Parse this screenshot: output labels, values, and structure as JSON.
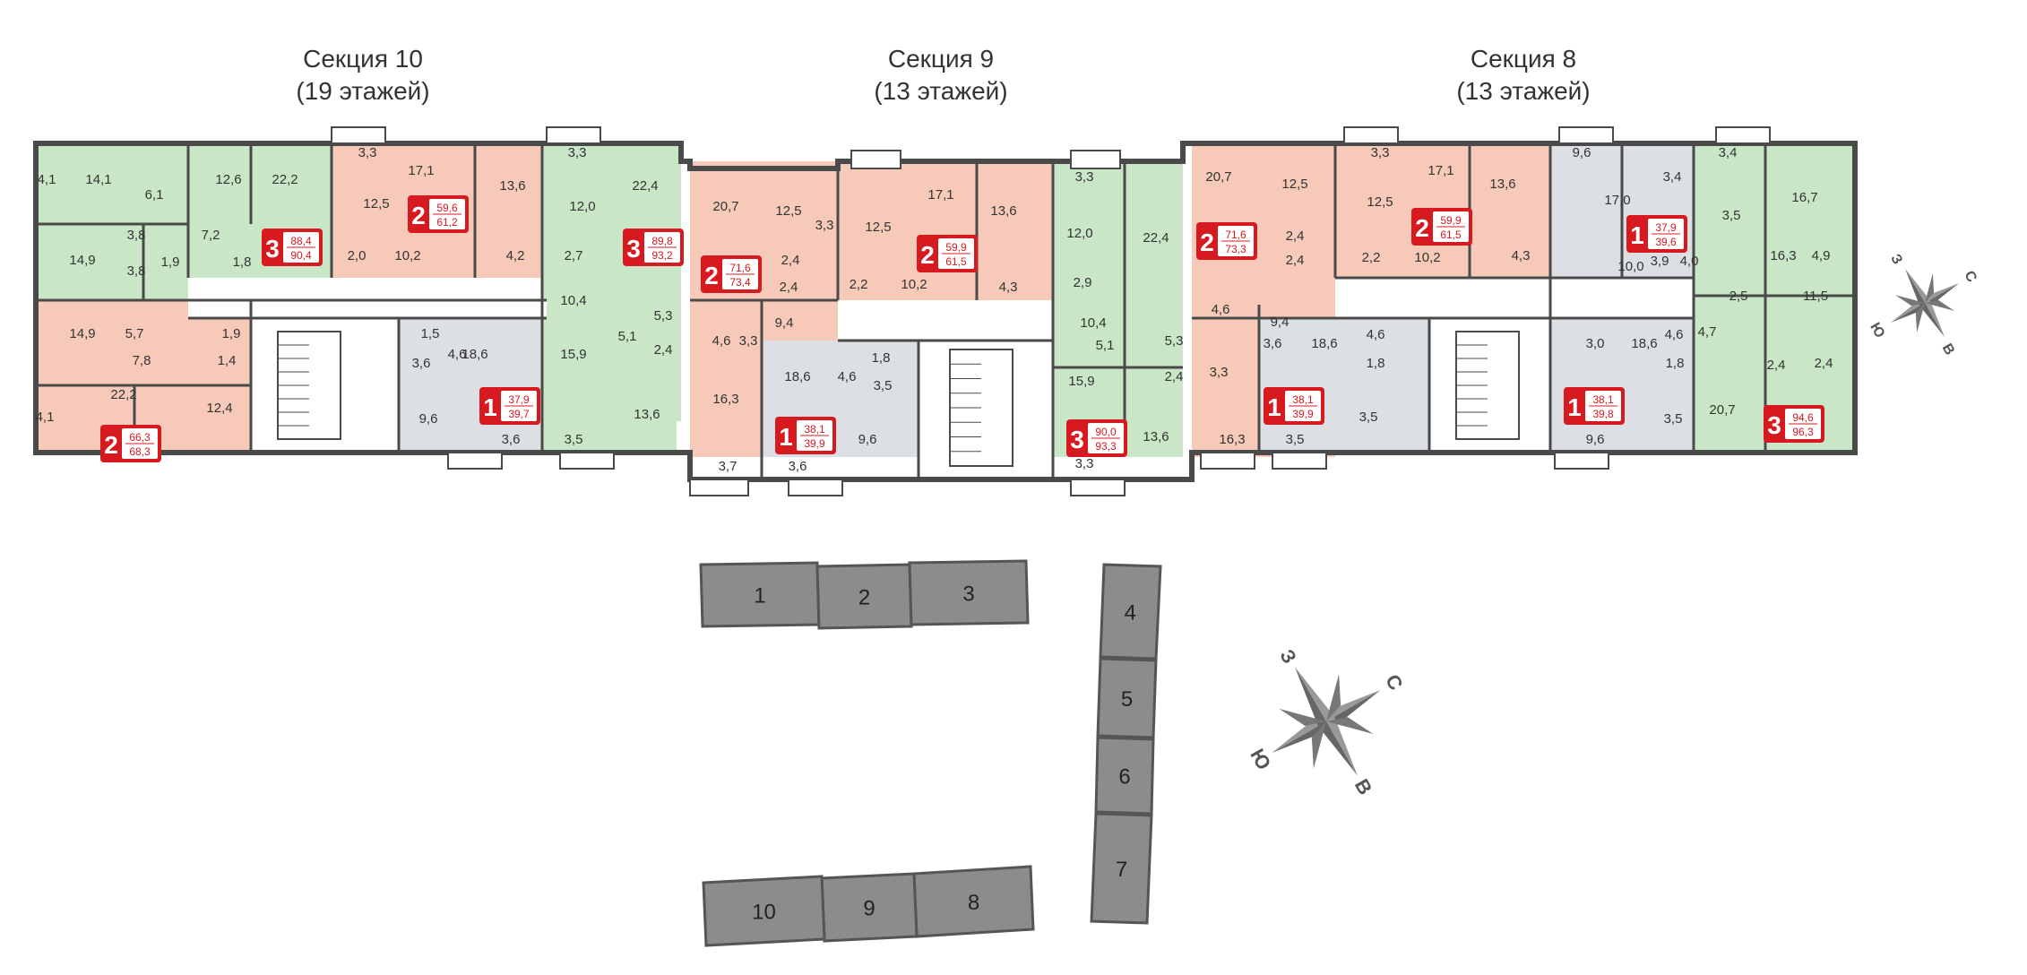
{
  "sections": [
    {
      "name": "Секция 10",
      "floors": "(19 этажей)"
    },
    {
      "name": "Секция 9",
      "floors": "(13 этажей)"
    },
    {
      "name": "Секция 8",
      "floors": "(13 этажей)"
    }
  ],
  "colors": {
    "one_room": "#dcdfe3",
    "two_room": "#f6c9b8",
    "three_room": "#c9e6c7",
    "wall": "#4a4a4a",
    "badge": "#d71920",
    "block": "#8c8c8c"
  },
  "apartments": [
    {
      "rooms": "3",
      "area_living": "88,4",
      "area_total": "90,4",
      "type": "three_room"
    },
    {
      "rooms": "2",
      "area_living": "59,6",
      "area_total": "61,2",
      "type": "two_room"
    },
    {
      "rooms": "3",
      "area_living": "89,8",
      "area_total": "93,2",
      "type": "three_room"
    },
    {
      "rooms": "1",
      "area_living": "37,9",
      "area_total": "39,7",
      "type": "one_room"
    },
    {
      "rooms": "2",
      "area_living": "66,3",
      "area_total": "68,3",
      "type": "two_room"
    },
    {
      "rooms": "2",
      "area_living": "71,6",
      "area_total": "73,4",
      "type": "two_room"
    },
    {
      "rooms": "2",
      "area_living": "59,9",
      "area_total": "61,5",
      "type": "two_room"
    },
    {
      "rooms": "1",
      "area_living": "38,1",
      "area_total": "39,9",
      "type": "one_room"
    },
    {
      "rooms": "3",
      "area_living": "90,0",
      "area_total": "93,3",
      "type": "three_room"
    },
    {
      "rooms": "2",
      "area_living": "71,6",
      "area_total": "73,3",
      "type": "two_room"
    },
    {
      "rooms": "2",
      "area_living": "59,9",
      "area_total": "61,5",
      "type": "two_room"
    },
    {
      "rooms": "1",
      "area_living": "37,9",
      "area_total": "39,6",
      "type": "one_room"
    },
    {
      "rooms": "1",
      "area_living": "38,1",
      "area_total": "39,9",
      "type": "one_room"
    },
    {
      "rooms": "1",
      "area_living": "38,1",
      "area_total": "39,8",
      "type": "one_room"
    },
    {
      "rooms": "3",
      "area_living": "94,6",
      "area_total": "96,3",
      "type": "three_room"
    }
  ],
  "room_areas": [
    "4,1",
    "14,1",
    "6,1",
    "12,6",
    "22,2",
    "3,3",
    "17,1",
    "12,5",
    "13,6",
    "3,3",
    "12,0",
    "22,4",
    "3,8",
    "7,2",
    "14,9",
    "3,8",
    "1,9",
    "1,8",
    "2,0",
    "10,2",
    "4,2",
    "2,7",
    "10,4",
    "14,9",
    "5,7",
    "1,9",
    "7,8",
    "1,4",
    "22,2",
    "12,4",
    "4,1",
    "1,5",
    "3,6",
    "4,6",
    "18,6",
    "9,6",
    "3,6",
    "15,9",
    "5,1",
    "5,3",
    "2,4",
    "13,6",
    "3,5",
    "20,7",
    "12,5",
    "3,3",
    "12,5",
    "17,1",
    "13,6",
    "2,4",
    "2,4",
    "2,2",
    "10,2",
    "4,3",
    "9,4",
    "4,6",
    "3,3",
    "16,3",
    "18,6",
    "4,6",
    "1,8",
    "3,5",
    "9,6",
    "3,7",
    "3,6",
    "3,3",
    "12,0",
    "22,4",
    "2,9",
    "10,4",
    "5,1",
    "5,3",
    "2,4",
    "15,9",
    "13,6",
    "3,3",
    "20,7",
    "12,5",
    "3,3",
    "12,5",
    "17,1",
    "13,6",
    "2,4",
    "2,4",
    "2,2",
    "10,2",
    "4,3",
    "9,4",
    "4,6",
    "3,3",
    "16,3",
    "3,5",
    "3,6",
    "18,6",
    "4,6",
    "1,8",
    "3,5",
    "9,6",
    "3,4",
    "17,0",
    "10,0",
    "3,9",
    "4,0",
    "3,0",
    "18,6",
    "4,6",
    "1,8",
    "3,5",
    "9,6",
    "3,4",
    "3,5",
    "16,7",
    "16,3",
    "4,9",
    "2,5",
    "11,5",
    "4,7",
    "2,4",
    "2,4",
    "20,7",
    "12,5"
  ],
  "site_blocks": [
    "1",
    "2",
    "3",
    "4",
    "5",
    "6",
    "7",
    "8",
    "9",
    "10"
  ],
  "compass": {
    "north": "С",
    "south": "Ю",
    "east": "В",
    "west": "З"
  }
}
